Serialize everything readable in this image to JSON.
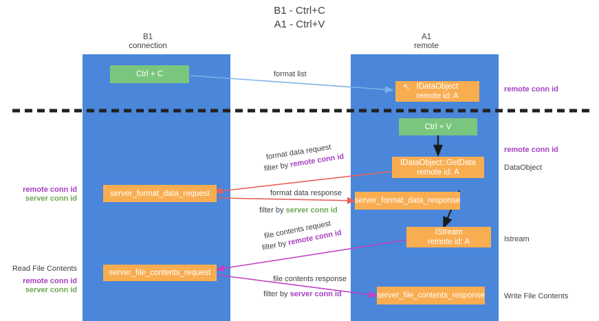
{
  "title": "B1 - Ctrl+C\nA1 - Ctrl+V",
  "columns": {
    "left": {
      "name": "B1",
      "role": "connection",
      "label": "B1\nconnection"
    },
    "right": {
      "name": "A1",
      "role": "remote",
      "label": "A1\nremote"
    }
  },
  "colors": {
    "lane": "#4a86d9",
    "green_box": "#7bc67e",
    "orange_box": "#f9ad51",
    "remote_conn_id": "#a63fbf",
    "server_conn_id": "#6aa84f",
    "arrow_format_list": "#7cb3e8",
    "arrow_getdata": "#222222",
    "arrow_format_data": "#e8615a",
    "arrow_file_contents": "#c342c3",
    "divider": "#202124"
  },
  "nodes": {
    "ctrl_c": "Ctrl + C",
    "ctrl_v": "Ctrl + V",
    "idataobject": "IDataObject\nremote id: A",
    "idataobject_getdata": "IDataObject::GetData\nremote id: A",
    "istream": "IStream\nremote id: A",
    "server_format_data_request": "server_format_data_request",
    "server_format_data_response": "server_format_data_response",
    "server_file_contents_request": "server_file_contents_request",
    "server_file_contents_response": "server_file_contents_response"
  },
  "edge_labels": {
    "format_list": "format list",
    "format_data_request": "format data request",
    "format_data_request_filter_prefix": "filter by ",
    "format_data_request_filter_key": "remote conn id",
    "format_data_response": "format data response",
    "format_data_response_filter_prefix": "filter by ",
    "format_data_response_filter_key": "server conn id",
    "file_contents_request": "file contents request",
    "file_contents_request_filter_prefix": "filter by ",
    "file_contents_request_filter_key": "remote conn id",
    "file_contents_response": "file contents response",
    "file_contents_response_filter_prefix": "filter by ",
    "file_contents_response_filter_key": "server conn id"
  },
  "annotations": {
    "right_remote_conn_id_top": "remote conn id",
    "right_remote_conn_id_mid": "remote conn id",
    "right_dataobject": "DataObject",
    "right_istream": "Istream",
    "right_write_file_contents": "Write File Contents",
    "left_remote_conn_id": "remote conn id",
    "left_server_conn_id": "server conn id",
    "left_read_file_contents": "Read File Contents",
    "left_bottom_remote_conn_id": "remote conn id",
    "left_bottom_server_conn_id": "server conn id"
  },
  "cursor": {
    "name": "mouse-pointer",
    "glyph": "↖"
  }
}
